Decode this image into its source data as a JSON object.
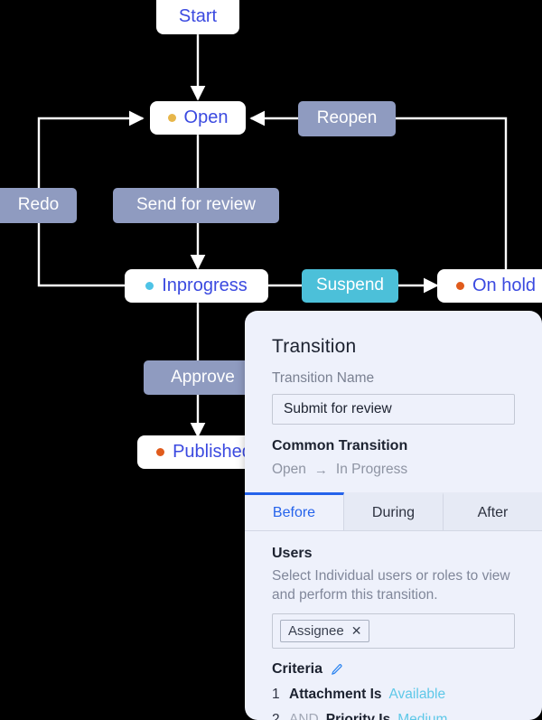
{
  "flow": {
    "nodes": [
      {
        "id": "start",
        "label": "Start",
        "dot": null,
        "dot_color": null
      },
      {
        "id": "open",
        "label": "Open",
        "dot": "status-dot-open",
        "dot_color": "#e7b64a"
      },
      {
        "id": "inprogress",
        "label": "Inprogress",
        "dot": "status-dot-inprogress",
        "dot_color": "#4ec3e6"
      },
      {
        "id": "onhold",
        "label": "On hold",
        "dot": "status-dot-onhold",
        "dot_color": "#e05b1c"
      },
      {
        "id": "published",
        "label": "Published",
        "dot": "status-dot-published",
        "dot_color": "#e05b1c"
      }
    ],
    "transitions": [
      {
        "id": "redo",
        "label": "Redo",
        "color": "#8f9bc0"
      },
      {
        "id": "send-for-review",
        "label": "Send for review",
        "color": "#8f9bc0"
      },
      {
        "id": "reopen",
        "label": "Reopen",
        "color": "#8f9bc0"
      },
      {
        "id": "approve",
        "label": "Approve",
        "color": "#8f9bc0"
      },
      {
        "id": "suspend",
        "label": "Suspend",
        "color": "#4cc0d9"
      }
    ],
    "edge_color": "#ffffff",
    "background": "#000000"
  },
  "panel": {
    "title": "Transition",
    "transition_name": {
      "label": "Transition Name",
      "value": "Submit for review",
      "placeholder": "Transition Name"
    },
    "common_transition": {
      "heading": "Common Transition",
      "from": "Open",
      "arrow": "→",
      "to": "In Progress"
    },
    "tabs": [
      {
        "label": "Before",
        "active": true
      },
      {
        "label": "During",
        "active": false
      },
      {
        "label": "After",
        "active": false
      }
    ],
    "active_tab_color": "#2563eb",
    "users": {
      "heading": "Users",
      "description": "Select Individual users or roles to view and perform this transition.",
      "tokens": [
        {
          "label": "Assignee",
          "remove": "✕"
        }
      ]
    },
    "criteria": {
      "heading": "Criteria",
      "edit_icon": "pencil-icon",
      "rows": [
        {
          "num": "1",
          "conj": "",
          "field": "Attachment Is",
          "value": "Available"
        },
        {
          "num": "2",
          "conj": "AND",
          "field": "Priority Is",
          "value": "Medium"
        }
      ],
      "value_color": "#5ec8e8"
    }
  }
}
